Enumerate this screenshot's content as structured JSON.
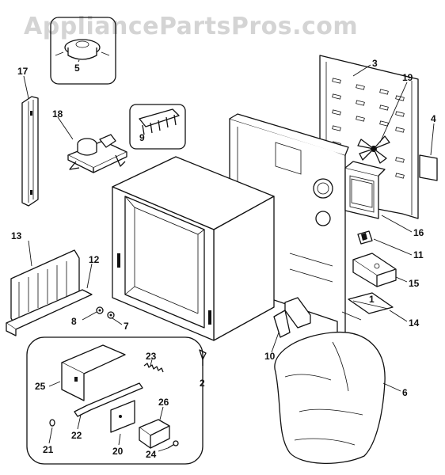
{
  "watermark": "AppliancePartsPros.com",
  "callouts": [
    "1",
    "2",
    "3",
    "4",
    "5",
    "6",
    "7",
    "8",
    "9",
    "10",
    "11",
    "12",
    "13",
    "14",
    "15",
    "16",
    "17",
    "18",
    "19",
    "20",
    "21",
    "22",
    "23",
    "24",
    "25",
    "26"
  ]
}
